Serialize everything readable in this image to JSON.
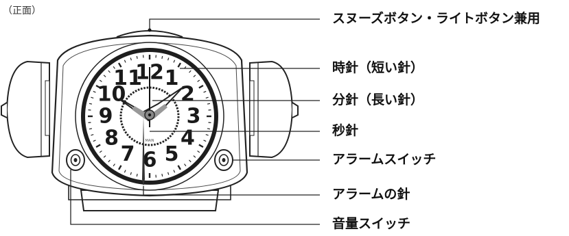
{
  "view_label": "（正面）",
  "dial_numbers": [
    "12",
    "1",
    "2",
    "3",
    "4",
    "5",
    "6",
    "7",
    "8",
    "9",
    "10",
    "11"
  ],
  "callouts": [
    {
      "id": "snooze-light-button",
      "label": "スヌーズボタン・ライトボタン兼用"
    },
    {
      "id": "hour-hand",
      "label": "時針（短い針）"
    },
    {
      "id": "minute-hand",
      "label": "分針（長い針）"
    },
    {
      "id": "second-hand",
      "label": "秒針"
    },
    {
      "id": "alarm-switch",
      "label": "アラームスイッチ"
    },
    {
      "id": "alarm-hand",
      "label": "アラームの針"
    },
    {
      "id": "volume-switch",
      "label": "音量スイッチ"
    }
  ]
}
